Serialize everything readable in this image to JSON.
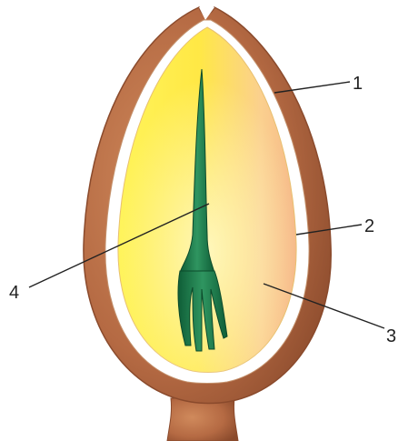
{
  "labels": {
    "one": "1",
    "two": "2",
    "three": "3",
    "four": "4"
  },
  "colors": {
    "coat": "#b56a43",
    "coat_dark": "#8a4a2c",
    "gap": "#ffffff",
    "endosperm_light": "#fff45a",
    "endosperm_mid": "#ffe03a",
    "endosperm_peach": "#fbc58e",
    "embryo": "#1a7a4a",
    "embryo_light": "#3fa36a",
    "leader": "#222222"
  }
}
